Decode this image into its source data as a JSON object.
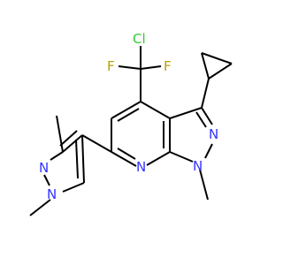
{
  "molecule": {
    "atoms": {
      "cl": {
        "text": "Cl",
        "color": "#32cd32"
      },
      "f_left": {
        "text": "F",
        "color": "#b8a000"
      },
      "f_right": {
        "text": "F",
        "color": "#b8a000"
      },
      "n_pyrazole_top": {
        "text": "N",
        "color": "#3333ff"
      },
      "n_pyrazole_bottom": {
        "text": "N",
        "color": "#3333ff"
      },
      "n_pyridine": {
        "text": "N",
        "color": "#3333ff"
      },
      "n_dimethyl_left": {
        "text": "N",
        "color": "#3333ff"
      },
      "n_dimethyl_bottom": {
        "text": "N",
        "color": "#3333ff"
      }
    },
    "bond_color": "#000000"
  }
}
